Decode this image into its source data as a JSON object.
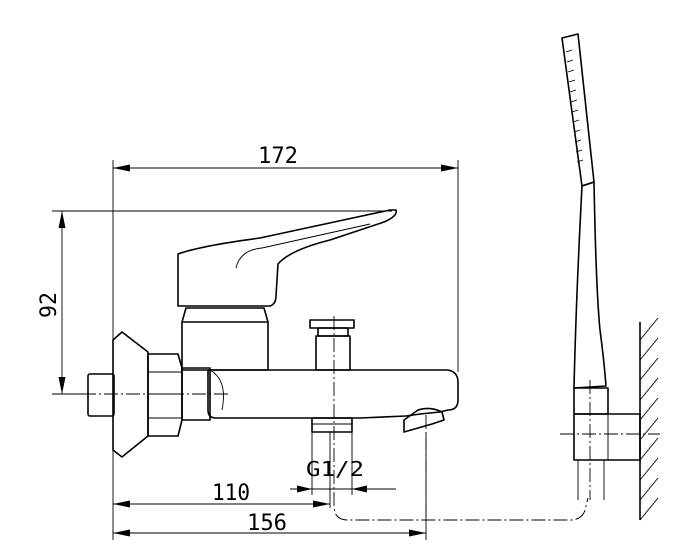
{
  "dimensions": {
    "width_172": "172",
    "height_92": "92",
    "dim_110": "110",
    "dim_156": "156",
    "thread": "G1/2"
  }
}
